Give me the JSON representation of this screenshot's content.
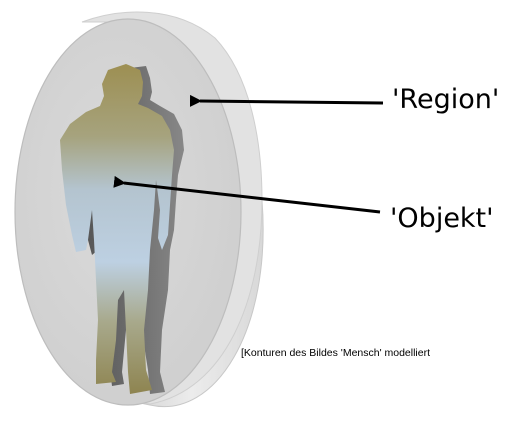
{
  "labels": {
    "region": "'Region'",
    "objekt": "'Objekt'"
  },
  "caption": "[Konturen des Bildes 'Mensch' modelliert",
  "colors": {
    "disc_face": "#d3d3d3",
    "disc_edge": "#e6e6e6",
    "figure_top": "#9a8e54",
    "figure_mid": "#b9c8d6",
    "figure_bottom": "#8f8650",
    "arrow": "#000000"
  },
  "icons": {
    "region_marker": "disc",
    "object_marker": "human-silhouette"
  }
}
